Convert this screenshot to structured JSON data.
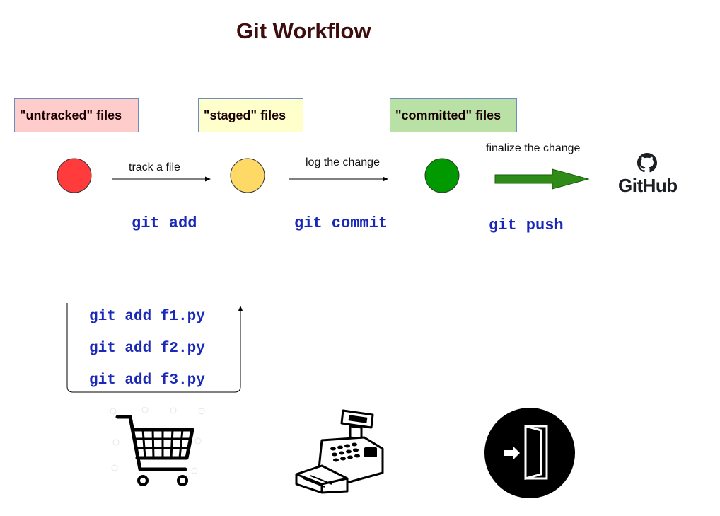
{
  "title": "Git Workflow",
  "states": [
    {
      "label": "\"untracked\" files",
      "fill": "#ffcccc",
      "border": "#6c8ebf",
      "dot": "#ff3b3b"
    },
    {
      "label": "\"staged\" files",
      "fill": "#ffffcc",
      "border": "#6c8ebf",
      "dot": "#ffd966"
    },
    {
      "label": "\"committed\" files",
      "fill": "#b9e0a5",
      "border": "#6c8ebf",
      "dot": "#009900"
    }
  ],
  "transitions": [
    {
      "label": "track a file",
      "command": "git add"
    },
    {
      "label": "log the change",
      "command": "git commit"
    },
    {
      "label": "finalize the change",
      "command": "git push"
    }
  ],
  "github": {
    "wordmark": "GitHub",
    "icon": "github-octocat-icon"
  },
  "add_sequence": [
    "git add f1.py",
    "git add f2.py",
    "git add f3.py"
  ],
  "analogy_icons": [
    "shopping-cart-icon",
    "cash-register-icon",
    "exit-door-icon"
  ],
  "colors": {
    "title": "#3d0c0c",
    "command": "#1a28b8",
    "push_arrow": "#2e8b16"
  }
}
